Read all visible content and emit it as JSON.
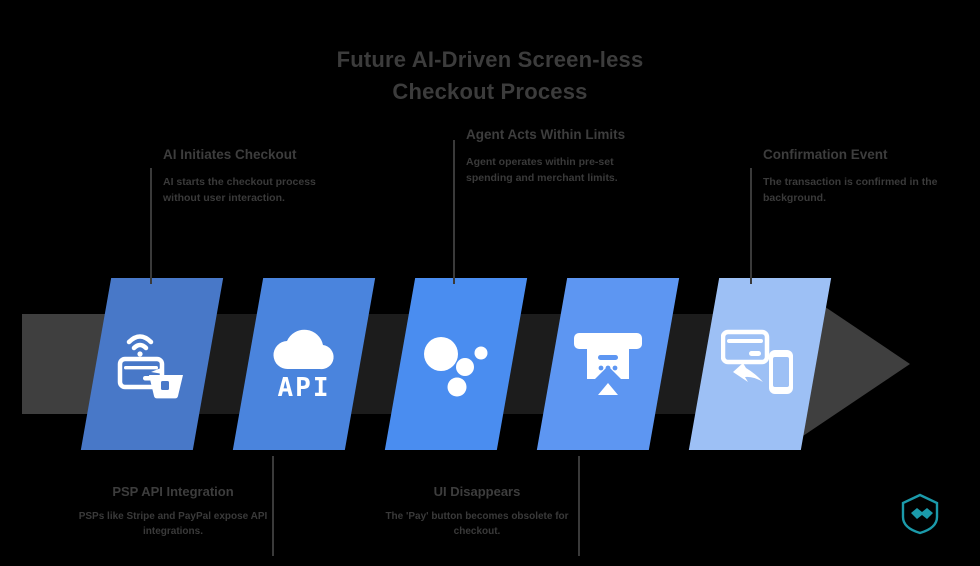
{
  "title": {
    "line1": "Future AI-Driven Screen-less",
    "line2": "Checkout Process"
  },
  "colors": {
    "background": "#000000",
    "arrow": "#3f3f3f",
    "title_text": "#3c3c3c",
    "body_text": "#3a3a3a",
    "panel_1": "#4878c8",
    "panel_2": "#4a84dd",
    "panel_3": "#4a8df0",
    "panel_4": "#5d96f2",
    "panel_5": "#9dc0f5",
    "icon": "#ffffff",
    "logo_teal": "#1b9aaa"
  },
  "flow": {
    "steps": [
      {
        "id": "step-1",
        "icon": "contactless-card-basket-icon",
        "label": ""
      },
      {
        "id": "step-2",
        "icon": "cloud-api-icon",
        "label": "API"
      },
      {
        "id": "step-3",
        "icon": "assistant-dots-icon",
        "label": ""
      },
      {
        "id": "step-4",
        "icon": "payment-terminal-receipt-icon",
        "label": ""
      },
      {
        "id": "step-5",
        "icon": "card-phone-confirmation-icon",
        "label": ""
      }
    ]
  },
  "callouts": {
    "top": [
      {
        "id": "ai-initiates-checkout",
        "heading": "AI Initiates Checkout",
        "body": "AI starts the checkout process without user interaction."
      },
      {
        "id": "agent-acts-within-limits",
        "heading": "Agent Acts Within Limits",
        "body": "Agent operates within pre-set spending and merchant limits."
      },
      {
        "id": "confirmation-event",
        "heading": "Confirmation Event",
        "body": "The transaction is confirmed in the background."
      }
    ],
    "bottom": [
      {
        "id": "psp-api-integration",
        "heading": "PSP API Integration",
        "body": "PSPs like Stripe and PayPal expose API integrations."
      },
      {
        "id": "ui-disappears",
        "heading": "UI Disappears",
        "body": "The 'Pay' button becomes obsolete for checkout."
      }
    ]
  }
}
